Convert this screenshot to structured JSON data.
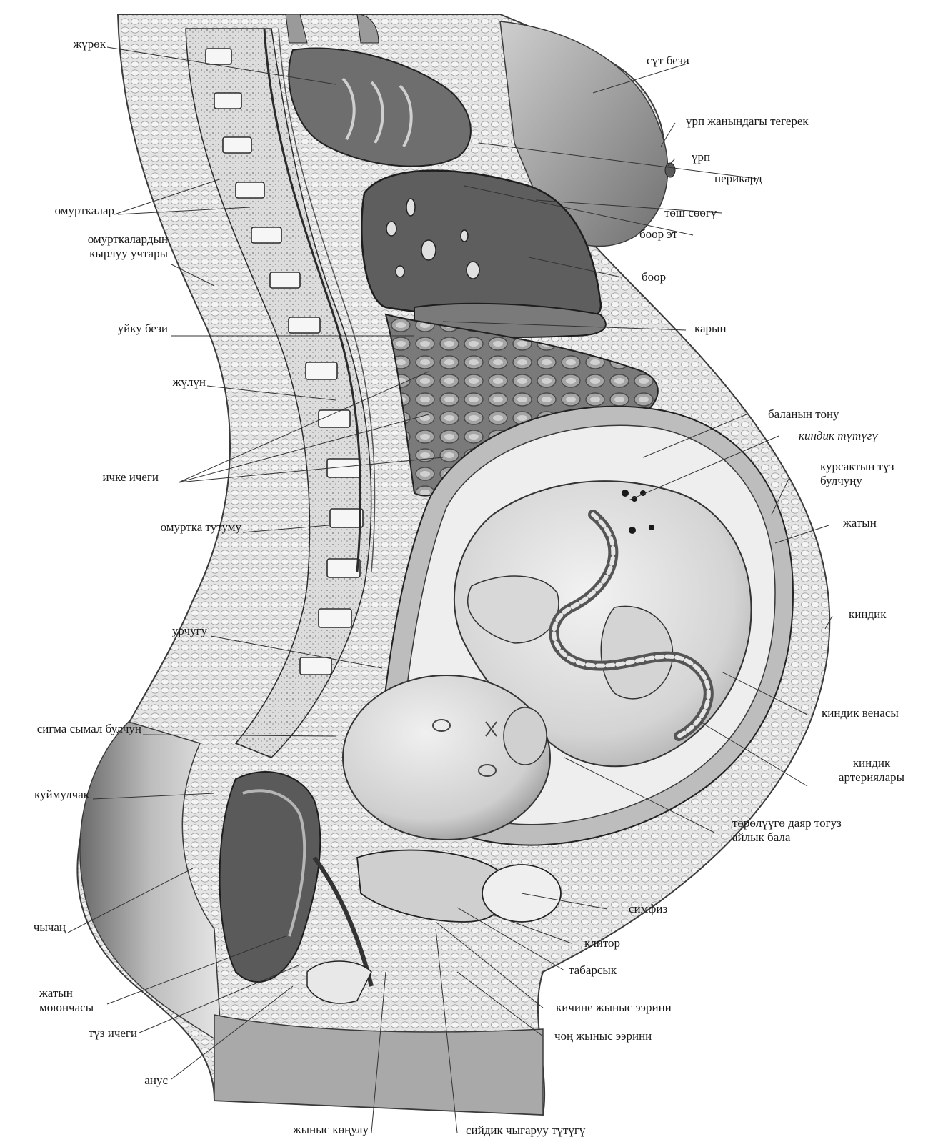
{
  "diagram": {
    "labels_left": [
      {
        "id": "heart",
        "text": "жүрөк"
      },
      {
        "id": "vertebrae",
        "text": "омурткалар"
      },
      {
        "id": "spinous",
        "text": "омурткалардын\nкырлуу учтары"
      },
      {
        "id": "pancreas",
        "text": "уйку бези"
      },
      {
        "id": "spinalcord",
        "text": "жүлүн"
      },
      {
        "id": "smallint",
        "text": "ичке ичеги"
      },
      {
        "id": "spinecol",
        "text": "омуртка тутуму"
      },
      {
        "id": "ovary",
        "text": "урчугу"
      },
      {
        "id": "sigmoid",
        "text": "сигма сымал булчуң"
      },
      {
        "id": "sacrum",
        "text": "куймулчак"
      },
      {
        "id": "coccyx",
        "text": "чычаң"
      },
      {
        "id": "cervix",
        "text": "жатын\nмоюнчасы"
      },
      {
        "id": "rectum",
        "text": "түз ичеги"
      },
      {
        "id": "anus",
        "text": "анус"
      },
      {
        "id": "vagina",
        "text": "жыныс көңулу"
      }
    ],
    "labels_right": [
      {
        "id": "mammary",
        "text": "сүт бези"
      },
      {
        "id": "areola",
        "text": "үрп жанындагы тегерек"
      },
      {
        "id": "nipple",
        "text": "үрп"
      },
      {
        "id": "pericard",
        "text": "перикард"
      },
      {
        "id": "sternum",
        "text": "төш сөөгү"
      },
      {
        "id": "diaphragm",
        "text": "боор эт"
      },
      {
        "id": "liver",
        "text": "боор"
      },
      {
        "id": "stomach",
        "text": "карын"
      },
      {
        "id": "placenta",
        "text": "баланын тону"
      },
      {
        "id": "cord",
        "text": "киндик түтүгү"
      },
      {
        "id": "rectus",
        "text": "курсактын түз\nбулчуңу"
      },
      {
        "id": "uterus",
        "text": "жатын"
      },
      {
        "id": "navel",
        "text": "киндик"
      },
      {
        "id": "umbvein",
        "text": "киндик венасы"
      },
      {
        "id": "umbart",
        "text": "киндик\nартериялары"
      },
      {
        "id": "fetus",
        "text": "төрөлүүгө даяр тогуз\nайлык бала"
      },
      {
        "id": "symphysis",
        "text": "симфиз"
      },
      {
        "id": "clitoris",
        "text": "клитор"
      },
      {
        "id": "bladder",
        "text": "табарсык"
      },
      {
        "id": "labiaminora",
        "text": "кичине жыныс ээрини"
      },
      {
        "id": "labiamajora",
        "text": "чоң жыныс ээрини"
      },
      {
        "id": "urethra",
        "text": "сийдик чыгаруу түтүгү"
      }
    ],
    "colors": {
      "line": "#2b2b2b",
      "tissue_light": "#e9e9e9",
      "tissue_mid": "#c9c9c9",
      "tissue_dark": "#8a8a8a",
      "organ_dark": "#6e6e6e",
      "fetus": "#dedede"
    }
  }
}
